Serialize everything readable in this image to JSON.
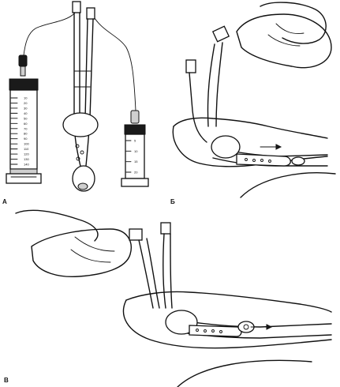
{
  "panels": [
    {
      "id": "a",
      "label": "А"
    },
    {
      "id": "b",
      "label": "Б"
    },
    {
      "id": "c",
      "label": "В"
    }
  ],
  "syringe_large": {
    "scale_marks": [
      "10",
      "20",
      "30",
      "40",
      "50",
      "60",
      "70",
      "80",
      "90",
      "100",
      "110",
      "120",
      "130",
      "140"
    ]
  },
  "syringe_small": {
    "scale_marks": [
      "5",
      "10",
      "15",
      "20"
    ]
  }
}
